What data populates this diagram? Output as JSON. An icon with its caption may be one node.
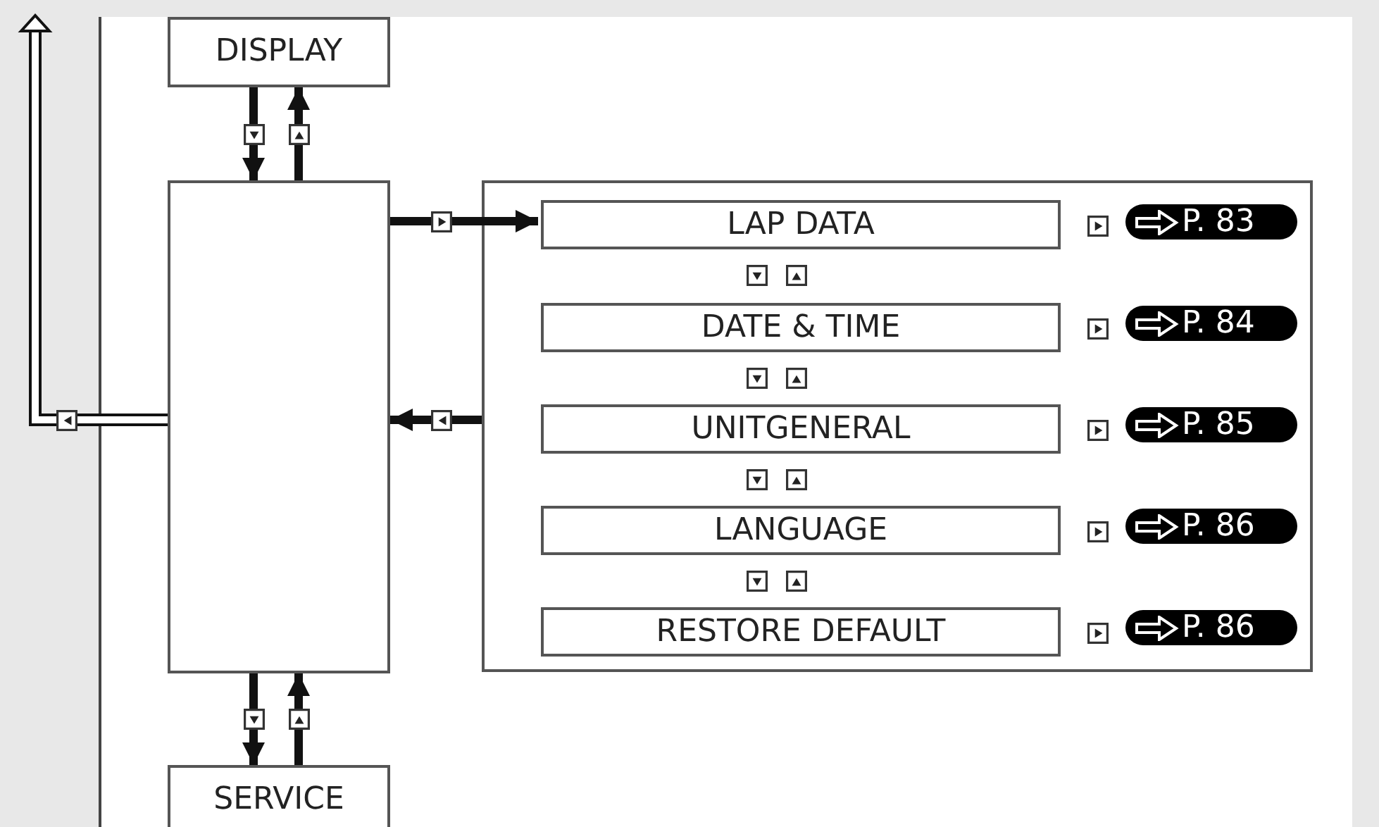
{
  "diagram": {
    "nodes": [
      {
        "text": [
          "DISPLAY"
        ]
      },
      {
        "text": [],
        "shape": "box"
      },
      {
        "text": [],
        "shape": "box"
      },
      {
        "text": [
          "LAP DATA"
        ],
        "in": 2
      },
      {
        "text": [
          "DATE & TIME"
        ],
        "in": 2
      },
      {
        "text": [
          "UNITGENERAL"
        ],
        "in": 2
      },
      {
        "text": [
          "LANGUAGE"
        ],
        "in": 2
      },
      {
        "text": [
          "RESTORE DEFAULT"
        ],
        "in": 2
      },
      {
        "text": [
          "SERVICE"
        ]
      }
    ],
    "edges": [
      {
        "from": 0,
        "to": 1,
        "arrow": "to"
      },
      {
        "from": 1,
        "to": 0,
        "arrow": "to"
      },
      {
        "from": 1,
        "to": 3,
        "arrow": "to"
      },
      {
        "from": 2,
        "to": 1,
        "arrow": "to"
      },
      {
        "from": 1,
        "to": 8,
        "arrow": "to"
      },
      {
        "from": 8,
        "to": 1,
        "arrow": "to"
      },
      {
        "from": 1,
        "to": null,
        "arrow": "to"
      }
    ],
    "labels": [
      "P. 83",
      "P. 84",
      "P. 85",
      "P. 86",
      "P. 86"
    ]
  }
}
